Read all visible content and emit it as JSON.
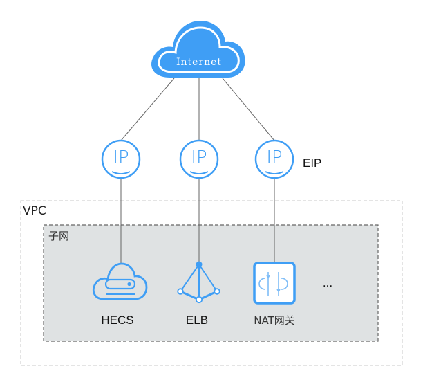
{
  "diagram": {
    "internet": {
      "label": "Internet"
    },
    "eip": {
      "label": "EIP",
      "ip_icon_text": "IP"
    },
    "vpc": {
      "label": "VPC"
    },
    "subnet": {
      "label": "子网"
    },
    "services": [
      {
        "label": "HECS",
        "icon": "hecs-cloud-server-icon"
      },
      {
        "label": "ELB",
        "icon": "elb-load-balancer-icon"
      },
      {
        "label": "NAT网关",
        "icon": "nat-gateway-icon"
      }
    ],
    "more": {
      "label": "..."
    },
    "colors": {
      "accent": "#3f9ef5",
      "subnet_fill": "#dfe2e3",
      "connector": "#666666"
    }
  }
}
